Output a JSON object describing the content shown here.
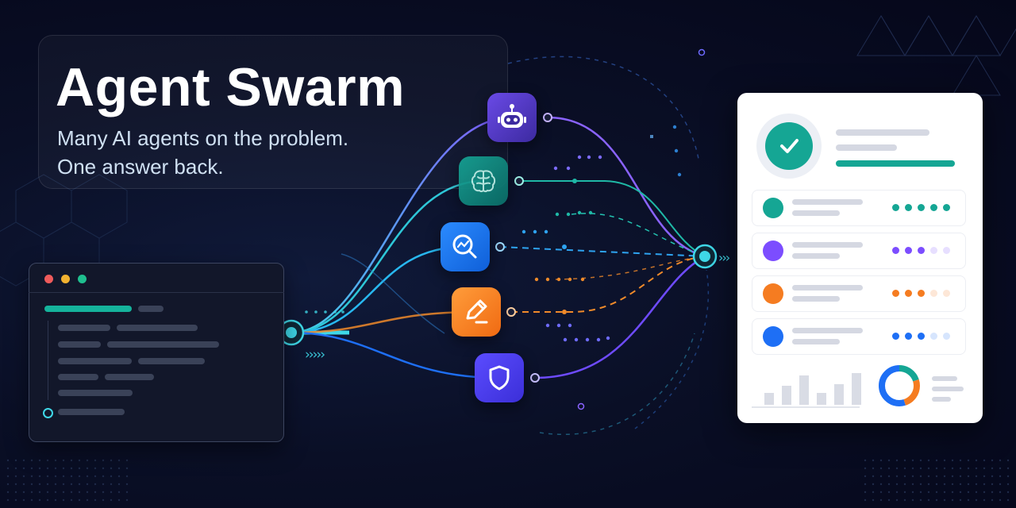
{
  "hero": {
    "title": "Agent Swarm",
    "subtitle_line1": "Many AI agents on the problem.",
    "subtitle_line2": "One answer back."
  },
  "colors": {
    "teal": "#15b39c",
    "purple": "#7c4dff",
    "blue": "#1e6ff5",
    "orange": "#f57c21",
    "cyan": "#3fd8e8",
    "indigo": "#4c3df0"
  },
  "terminal": {
    "window_dots": [
      "#ef5b5b",
      "#f2b230",
      "#1fbf8f"
    ]
  },
  "agents": [
    {
      "id": "robot",
      "icon": "robot-icon",
      "color": "#5b3fd6"
    },
    {
      "id": "brain",
      "icon": "brain-icon",
      "color": "#0f8f82"
    },
    {
      "id": "analytics",
      "icon": "analytics-search-icon",
      "color": "#1672f0"
    },
    {
      "id": "writer",
      "icon": "pencil-icon",
      "color": "#f57c21"
    },
    {
      "id": "security",
      "icon": "shield-icon",
      "color": "#4c3df0"
    }
  ],
  "result": {
    "check_icon": "check-icon",
    "rows": [
      {
        "color": "#15a694",
        "level": 5
      },
      {
        "color": "#7c4dff",
        "level": 3
      },
      {
        "color": "#f57c21",
        "level": 3
      },
      {
        "color": "#1e6ff5",
        "level": 3
      }
    ],
    "bars": [
      0.35,
      0.55,
      0.85,
      0.35,
      0.6,
      0.9
    ],
    "donut": [
      {
        "color": "#15a694",
        "share": 0.2
      },
      {
        "color": "#f57c21",
        "share": 0.25
      },
      {
        "color": "#1e6ff5",
        "share": 0.55
      }
    ]
  }
}
